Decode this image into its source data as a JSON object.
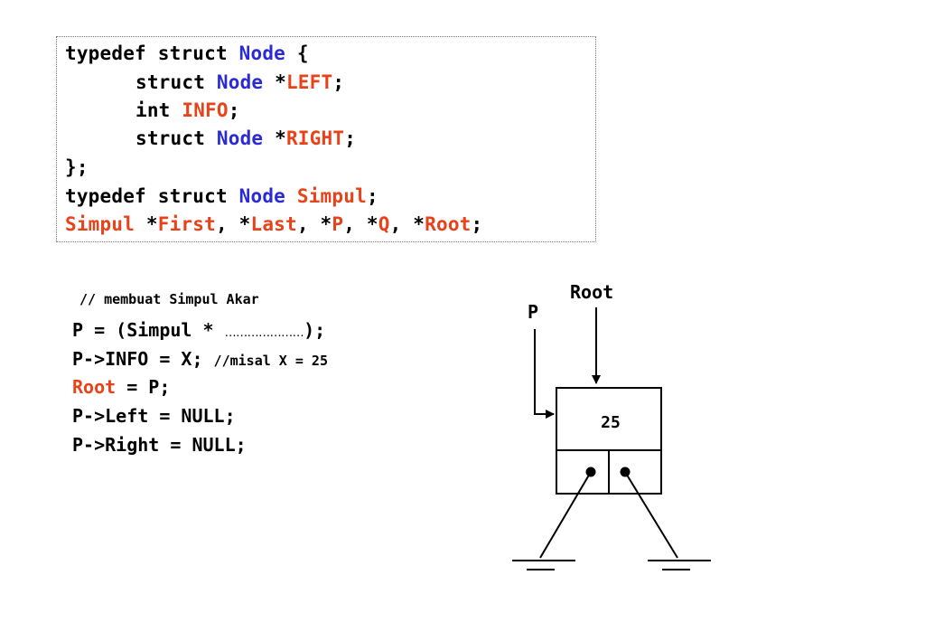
{
  "struct_code": {
    "line1": {
      "kw": "typedef struct ",
      "type": "Node",
      "rest": " {"
    },
    "line2": {
      "kw": "struct ",
      "type": "Node",
      "star": " *",
      "field": "LEFT",
      "semi": ";"
    },
    "line3": {
      "kw": "int ",
      "field": "INFO",
      "semi": ";"
    },
    "line4": {
      "kw": "struct ",
      "type": "Node",
      "star": " *",
      "field": "RIGHT",
      "semi": ";"
    },
    "line5": "};",
    "line6": {
      "kw": "typedef struct ",
      "type": "Node",
      "sp": " ",
      "alias": "Simpul",
      "semi": ";"
    },
    "line7": {
      "type": "Simpul",
      "p1": " *",
      "v1": "First",
      "p2": ", *",
      "v2": "Last",
      "p3": ", *",
      "v3": "P",
      "p4": ", *",
      "v4": "Q",
      "p5": ", *",
      "v5": "Root",
      "semi": ";"
    }
  },
  "snippet": {
    "comment": "// membuat Simpul Akar",
    "line1": {
      "code": "P = (Simpul * ",
      "dots": "…………………",
      "end": ");"
    },
    "line2": {
      "code": "P->INFO = X; ",
      "comment": "//misal X = 25"
    },
    "line3": {
      "root": "Root",
      "rest": " = P;"
    },
    "line4": "P->Left = NULL;",
    "line5": "P->Right = NULL;"
  },
  "diagram": {
    "root_label": "Root",
    "p_label": "P",
    "node_value": "25"
  }
}
